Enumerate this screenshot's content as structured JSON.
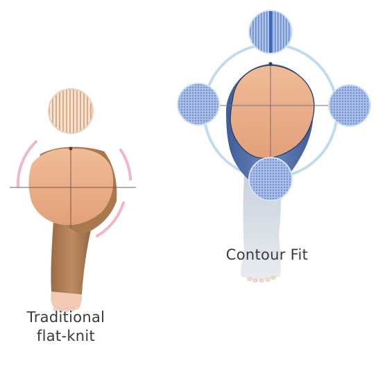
{
  "illustration": {
    "left": {
      "caption_line1": "Traditional",
      "caption_line2": "flat-knit",
      "colors": {
        "skin": "#E8AA80",
        "garment": "#B8865E",
        "garment_dark": "#8A5E3B",
        "arc": "#F2B8C4",
        "swatch_stripe": "#D9A27A"
      }
    },
    "right": {
      "caption": "Contour Fit",
      "colors": {
        "skin": "#E9AA82",
        "garment": "#6A86BC",
        "garment_dark": "#3F5E9C",
        "ring": "#BCD9EF",
        "swatch": "#8EA9DC",
        "swatch_stripe": "#5C7FC4"
      }
    }
  }
}
